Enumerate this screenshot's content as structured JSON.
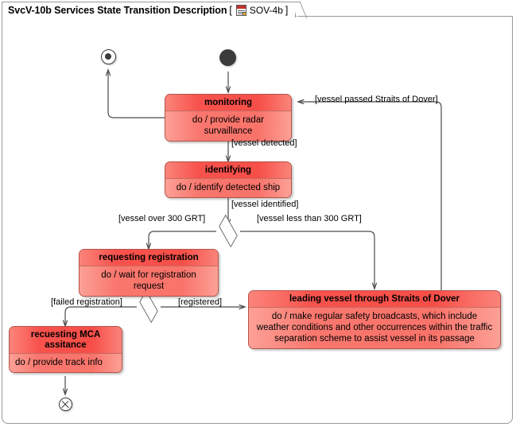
{
  "diagram": {
    "title": "SvcV-10b Services State Transition Description",
    "bracket_open": "[",
    "bracket_close": "]",
    "reference": "SOV-4b",
    "icon": "document-icon",
    "accent_color": "#f8605a",
    "header_color": "#f8524c",
    "border_color": "#b4544b",
    "connector_color": "#4a4a4a",
    "background_color": "#ffffff"
  },
  "states": [
    {
      "id": "monitoring",
      "name": "monitoring",
      "activity": "do / provide radar survaillance"
    },
    {
      "id": "identifying",
      "name": "identifying",
      "activity": "do / identify detected ship"
    },
    {
      "id": "requesting_registration",
      "name": "requesting registration",
      "activity": "do / wait for registration request"
    },
    {
      "id": "leading_vessel",
      "name": "leading vessel through Straits of Dover",
      "activity": "do / make regular safety broadcasts, which include weather conditions and other occurrences within the traffic separation scheme to assist vessel in its passage"
    },
    {
      "id": "requesting_mca",
      "name": "recuesting MCA assitance",
      "activity": "do / provide track info"
    }
  ],
  "pseudostates": [
    {
      "id": "initial",
      "type": "initial-state"
    },
    {
      "id": "final",
      "type": "final-state"
    },
    {
      "id": "terminate",
      "type": "terminate-node"
    },
    {
      "id": "decision_grt",
      "type": "decision-node"
    },
    {
      "id": "decision_registration",
      "type": "decision-node"
    }
  ],
  "transitions": [
    {
      "id": "t_detected",
      "guard": "[vessel detected]",
      "from": "monitoring",
      "to": "identifying"
    },
    {
      "id": "t_identified",
      "guard": "[vessel identified]",
      "from": "identifying",
      "to": "decision_grt"
    },
    {
      "id": "t_over300",
      "guard": "[vessel over 300 GRT]",
      "from": "decision_grt",
      "to": "requesting_registration"
    },
    {
      "id": "t_less300",
      "guard": "[vessel less than 300 GRT]",
      "from": "decision_grt",
      "to": "leading_vessel"
    },
    {
      "id": "t_failed",
      "guard": "[failed registration]",
      "from": "decision_registration",
      "to": "requesting_mca"
    },
    {
      "id": "t_registered",
      "guard": "[registered]",
      "from": "decision_registration",
      "to": "leading_vessel"
    },
    {
      "id": "t_passed",
      "guard": "[vessel passed Straits of Dover]",
      "from": "leading_vessel",
      "to": "monitoring"
    }
  ]
}
